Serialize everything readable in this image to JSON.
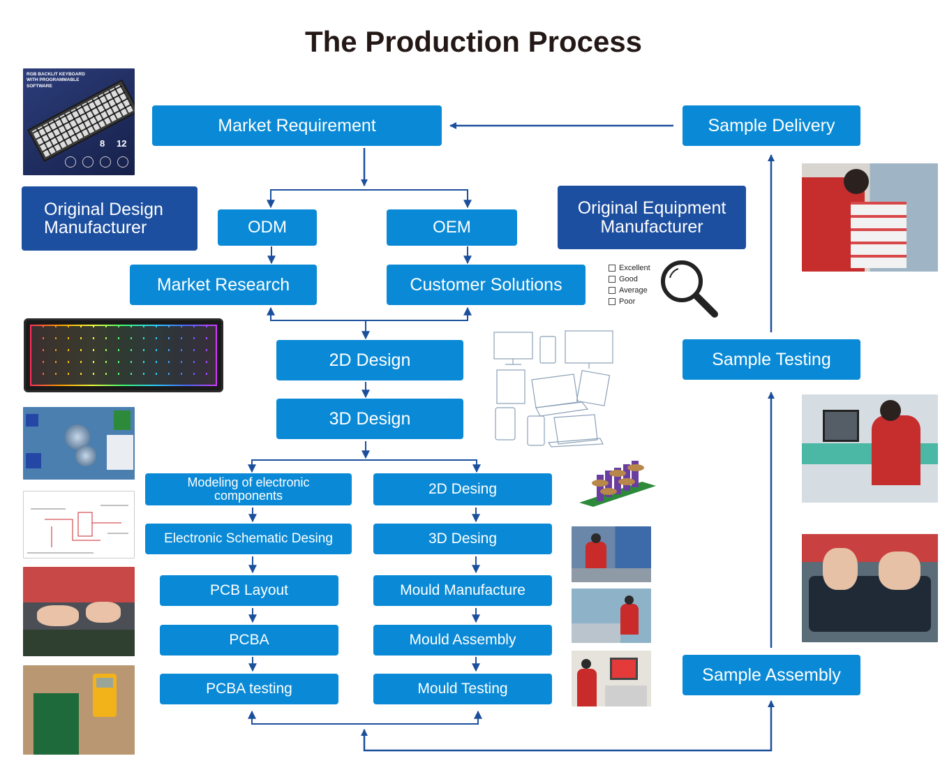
{
  "title": "The Production Process",
  "colors": {
    "box": "#0a8ad6",
    "box_dark": "#1d4fa0",
    "line": "#1b4f9c",
    "title": "#231815"
  },
  "boxes": {
    "market_requirement": "Market Requirement",
    "sample_delivery": "Sample Delivery",
    "odm_full": "Original Design Manufacturer",
    "oem_full": "Original Equipment Manufacturer",
    "odm": "ODM",
    "oem": "OEM",
    "market_research": "Market Research",
    "customer_solutions": "Customer Solutions",
    "design_2d": "2D Design",
    "design_3d": "3D Design",
    "sample_testing": "Sample Testing",
    "sample_assembly": "Sample Assembly"
  },
  "electronics": [
    "Modeling of electronic components",
    "Electronic Schematic Desing",
    "PCB Layout",
    "PCBA",
    "PCBA testing"
  ],
  "mould": [
    "2D Desing",
    "3D Desing",
    "Mould Manufacture",
    "Mould Assembly",
    "Mould Testing"
  ],
  "rating_options": [
    "Excellent",
    "Good",
    "Average",
    "Poor"
  ],
  "product_image_text": {
    "caption": "RGB BACKLIT KEYBOARD WITH PROGRAMMABLE SOFTWARE",
    "stat_left": "8",
    "stat_right": "12"
  }
}
